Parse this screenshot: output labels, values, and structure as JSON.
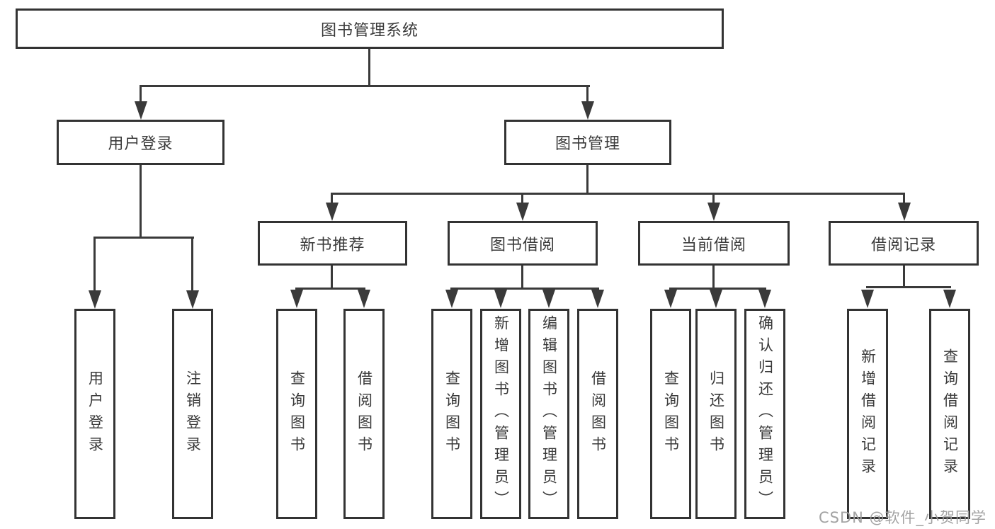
{
  "diagram": {
    "type": "tree",
    "root": {
      "label": "图书管理系统",
      "children": [
        {
          "label": "用户登录",
          "children": [
            {
              "label": "用户登录"
            },
            {
              "label": "注销登录"
            }
          ]
        },
        {
          "label": "图书管理",
          "children": [
            {
              "label": "新书推荐",
              "children": [
                {
                  "label": "查询图书"
                },
                {
                  "label": "借阅图书"
                }
              ]
            },
            {
              "label": "图书借阅",
              "children": [
                {
                  "label": "查询图书"
                },
                {
                  "label": "新增图书（管理员）"
                },
                {
                  "label": "编辑图书（管理员）"
                },
                {
                  "label": "借阅图书"
                }
              ]
            },
            {
              "label": "当前借阅",
              "children": [
                {
                  "label": "查询图书"
                },
                {
                  "label": "归还图书"
                },
                {
                  "label": "确认归还（管理员）"
                }
              ]
            },
            {
              "label": "借阅记录",
              "children": [
                {
                  "label": "新增借阅记录"
                },
                {
                  "label": "查询借阅记录"
                }
              ]
            }
          ]
        }
      ]
    }
  },
  "watermark": {
    "text": "CSDN @软件_小贺同学"
  },
  "colors": {
    "line": "#3a3a3a",
    "border": "#333333",
    "text": "#3a3a3a",
    "watermark": "#9e9e9e",
    "background": "#ffffff"
  }
}
